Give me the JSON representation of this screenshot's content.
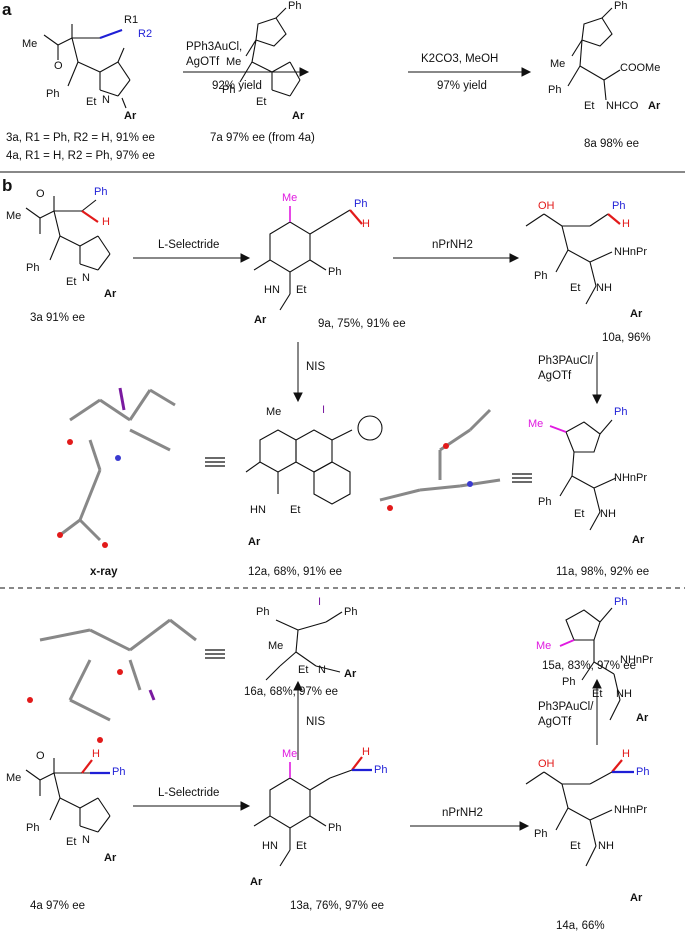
{
  "panels": {
    "a": "a",
    "b": "b"
  },
  "scheme_a": {
    "reagent1_line1": "PPh3AuCl,",
    "reagent1_line2": "AgOTf",
    "yield1": "92% yield",
    "reagent2": "K2CO3, MeOH",
    "yield2": "97% yield",
    "sm_label_3a": "3a, R1 = Ph, R2 = H, 91% ee",
    "sm_label_4a": "4a, R1 = H, R2 = Ph, 97% ee",
    "product7_label": "7a  97% ee (from 4a)",
    "product8_label": "8a  98% ee"
  },
  "scheme_b_top": {
    "sm_label": "3a  91% ee",
    "step1": "L-Selectride",
    "p9_label": "9a, 75%, 91% ee",
    "step2": "nPrNH2",
    "p10_label": "10a, 96%",
    "step3": "NIS",
    "step4_line1": "Ph3PAuCl/",
    "step4_line2": "AgOTf",
    "xray_label": "x-ray",
    "p12_label": "12a, 68%, 91% ee",
    "p11_label": "11a, 98%, 92% ee"
  },
  "scheme_b_bottom": {
    "p16_label": "16a, 68%, 97% ee",
    "p15_label": "15a, 83%, 97% ee",
    "step_nis": "NIS",
    "step_au_line1": "Ph3PAuCl/",
    "step_au_line2": "AgOTf",
    "sm_label": "4a  97% ee",
    "step1": "L-Selectride",
    "p13_label": "13a, 76%, 97% ee",
    "step2": "nPrNH2",
    "p14_label": "14a, 66%"
  },
  "atoms": {
    "ph": "Ph",
    "me": "Me",
    "et": "Et",
    "ar": "Ar",
    "o": "O",
    "n": "N",
    "h": "H",
    "i": "I",
    "oh": "OH",
    "coome": "COOMe",
    "nhco": "NHCO",
    "nhnpr": "NHnPr",
    "hn": "HN",
    "nh": "NH",
    "r1": "R1",
    "r2": "R2",
    "equiv": "≡"
  },
  "colors": {
    "blue": "#1f1fd6",
    "red": "#e21a1a",
    "magenta": "#e01ae0",
    "ink": "#111111"
  }
}
